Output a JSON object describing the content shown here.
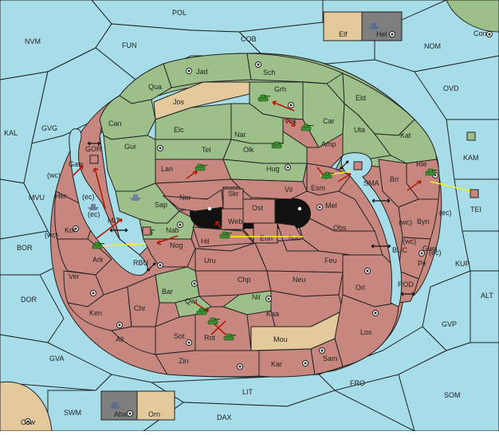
{
  "map": {
    "land_provinces": [
      {
        "id": "jad",
        "label": "Jad"
      },
      {
        "id": "sch",
        "label": "Sch"
      },
      {
        "id": "qua",
        "label": "Qua"
      },
      {
        "id": "jos",
        "label": "Jos"
      },
      {
        "id": "grh",
        "label": "Grh"
      },
      {
        "id": "eld",
        "label": "Eld"
      },
      {
        "id": "can",
        "label": "Can"
      },
      {
        "id": "elc",
        "label": "Elc"
      },
      {
        "id": "nar",
        "label": "Nar"
      },
      {
        "id": "vok",
        "label": "Vok"
      },
      {
        "id": "car",
        "label": "Car"
      },
      {
        "id": "uta",
        "label": "Uta"
      },
      {
        "id": "kat",
        "label": "Kat"
      },
      {
        "id": "amp",
        "label": "Amp"
      },
      {
        "id": "tel",
        "label": "Tel"
      },
      {
        "id": "olk",
        "label": "Olk"
      },
      {
        "id": "gur",
        "label": "Gur"
      },
      {
        "id": "lan",
        "label": "Lan"
      },
      {
        "id": "hug",
        "label": "Hug"
      },
      {
        "id": "gaw",
        "label": "Gaw"
      },
      {
        "id": "rie",
        "label": "Rie"
      },
      {
        "id": "bri",
        "label": "Bri"
      },
      {
        "id": "esm",
        "label": "Esm"
      },
      {
        "id": "vil",
        "label": "Vil"
      },
      {
        "id": "her",
        "label": "Her"
      },
      {
        "id": "nor",
        "label": "Nor"
      },
      {
        "id": "skr",
        "label": "Skr"
      },
      {
        "id": "sap",
        "label": "Sap"
      },
      {
        "id": "mel",
        "label": "Mel"
      },
      {
        "id": "ost",
        "label": "Ost"
      },
      {
        "id": "web",
        "label": "Web"
      },
      {
        "id": "byn",
        "label": "Byn"
      },
      {
        "id": "kor",
        "label": "Kor"
      },
      {
        "id": "obs",
        "label": "Obs"
      },
      {
        "id": "nab",
        "label": "Nab"
      },
      {
        "id": "eun",
        "label": "Eun"
      },
      {
        "id": "hil",
        "label": "Hil"
      },
      {
        "id": "sun",
        "label": "Sun"
      },
      {
        "id": "gwa",
        "label": "Gwa"
      },
      {
        "id": "ark",
        "label": "Ark"
      },
      {
        "id": "nog",
        "label": "Nog"
      },
      {
        "id": "uru",
        "label": "Uru"
      },
      {
        "id": "feu",
        "label": "Feu"
      },
      {
        "id": "pir",
        "label": "Pir"
      },
      {
        "id": "ver",
        "label": "Ver"
      },
      {
        "id": "chp",
        "label": "Chp"
      },
      {
        "id": "neu",
        "label": "Neu"
      },
      {
        "id": "orl",
        "label": "Orl"
      },
      {
        "id": "bar",
        "label": "Bar"
      },
      {
        "id": "qwi",
        "label": "Qwi"
      },
      {
        "id": "nil",
        "label": "Nil"
      },
      {
        "id": "ken",
        "label": "Ken"
      },
      {
        "id": "chr",
        "label": "Chr"
      },
      {
        "id": "kaa",
        "label": "Kaa"
      },
      {
        "id": "ail",
        "label": "Ail"
      },
      {
        "id": "sot",
        "label": "Sot"
      },
      {
        "id": "rot",
        "label": "Rot"
      },
      {
        "id": "mou",
        "label": "Mou"
      },
      {
        "id": "los",
        "label": "Los"
      },
      {
        "id": "zin",
        "label": "Zin"
      },
      {
        "id": "kar",
        "label": "Kar"
      },
      {
        "id": "sam",
        "label": "Sam"
      },
      {
        "id": "elf",
        "label": "Elf"
      },
      {
        "id": "hel",
        "label": "Hel"
      },
      {
        "id": "aba",
        "label": "Aba"
      },
      {
        "id": "orn",
        "label": "Orn"
      },
      {
        "id": "con",
        "label": "Con"
      },
      {
        "id": "cow",
        "label": "Cow"
      }
    ],
    "sea_zones": [
      {
        "id": "pol",
        "label": "POL"
      },
      {
        "id": "fun",
        "label": "FUN"
      },
      {
        "id": "cob",
        "label": "COB"
      },
      {
        "id": "nvm",
        "label": "NVM"
      },
      {
        "id": "nom",
        "label": "NOM"
      },
      {
        "id": "ovd",
        "label": "OVD"
      },
      {
        "id": "kal",
        "label": "KAL"
      },
      {
        "id": "gvg",
        "label": "GVG"
      },
      {
        "id": "gor",
        "label": "GOR"
      },
      {
        "id": "kam",
        "label": "KAM"
      },
      {
        "id": "mvu",
        "label": "MVU"
      },
      {
        "id": "sma",
        "label": "SMA"
      },
      {
        "id": "tei",
        "label": "TEI"
      },
      {
        "id": "mit",
        "label": "MIT"
      },
      {
        "id": "bor",
        "label": "BOR"
      },
      {
        "id": "rbu",
        "label": "RBU"
      },
      {
        "id": "buc",
        "label": "BUC"
      },
      {
        "id": "kup",
        "label": "KUP"
      },
      {
        "id": "rod",
        "label": "ROD"
      },
      {
        "id": "dor",
        "label": "DOR"
      },
      {
        "id": "alt",
        "label": "ALT"
      },
      {
        "id": "gvp",
        "label": "GVP"
      },
      {
        "id": "gva",
        "label": "GVA"
      },
      {
        "id": "fro",
        "label": "FRO"
      },
      {
        "id": "lit",
        "label": "LIT"
      },
      {
        "id": "som",
        "label": "SOM"
      },
      {
        "id": "swm",
        "label": "SWM"
      },
      {
        "id": "dax",
        "label": "DAX"
      }
    ],
    "coast_labels": [
      "(wc)",
      "(ec)",
      "(ec)",
      "(wc)",
      "(wc)",
      "(ec)",
      "(wc)",
      "(ec)"
    ],
    "colors": {
      "sea": "#a6dde9",
      "green_power": "#9dc08b",
      "red_power": "#c8877e",
      "neutral": "#e3c99c",
      "grey": "#7e7e7e",
      "order_move": "#b11c06",
      "order_support": "#f4f020"
    }
  }
}
